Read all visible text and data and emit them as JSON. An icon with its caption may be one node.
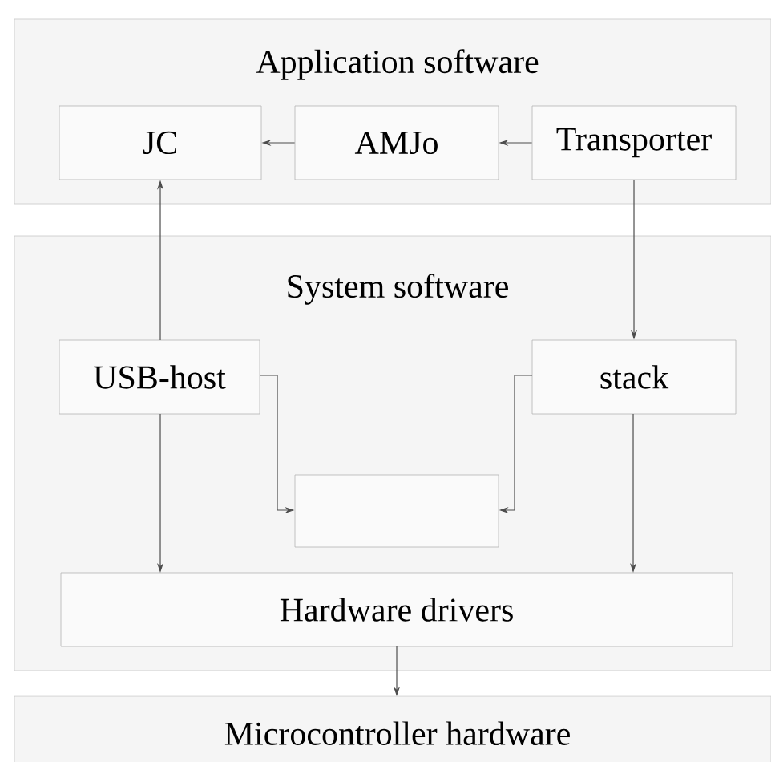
{
  "diagram": {
    "nodes": [
      {
        "text": [
          "Application software"
        ]
      },
      {
        "text": [
          "JC"
        ],
        "in": 0
      },
      {
        "text": [
          "AMJo"
        ],
        "in": 0
      },
      {
        "text": [
          "Transporter"
        ],
        "in": 0
      },
      {
        "text": [
          "System software"
        ]
      },
      {
        "text": [
          "USB-host"
        ],
        "in": 4
      },
      {
        "text": [
          "stack"
        ],
        "in": 4
      },
      {
        "text": [],
        "shape": "box",
        "in": 4
      },
      {
        "text": [
          "Hardware drivers"
        ],
        "in": 4
      },
      {
        "text": [
          "Microcontroller hardware"
        ]
      }
    ],
    "edges": [
      {
        "from": 2,
        "to": 1,
        "arrow": "to"
      },
      {
        "from": 3,
        "to": 2,
        "arrow": "to"
      },
      {
        "from": 5,
        "to": 1,
        "arrow": "to"
      },
      {
        "from": 3,
        "to": 6,
        "arrow": "to"
      },
      {
        "from": 5,
        "to": 7,
        "arrow": "to"
      },
      {
        "from": 6,
        "to": 7,
        "arrow": "to"
      },
      {
        "from": 5,
        "to": 8,
        "arrow": "to"
      },
      {
        "from": 6,
        "to": 8,
        "arrow": "to"
      },
      {
        "from": 8,
        "to": 9,
        "arrow": "to"
      }
    ]
  }
}
